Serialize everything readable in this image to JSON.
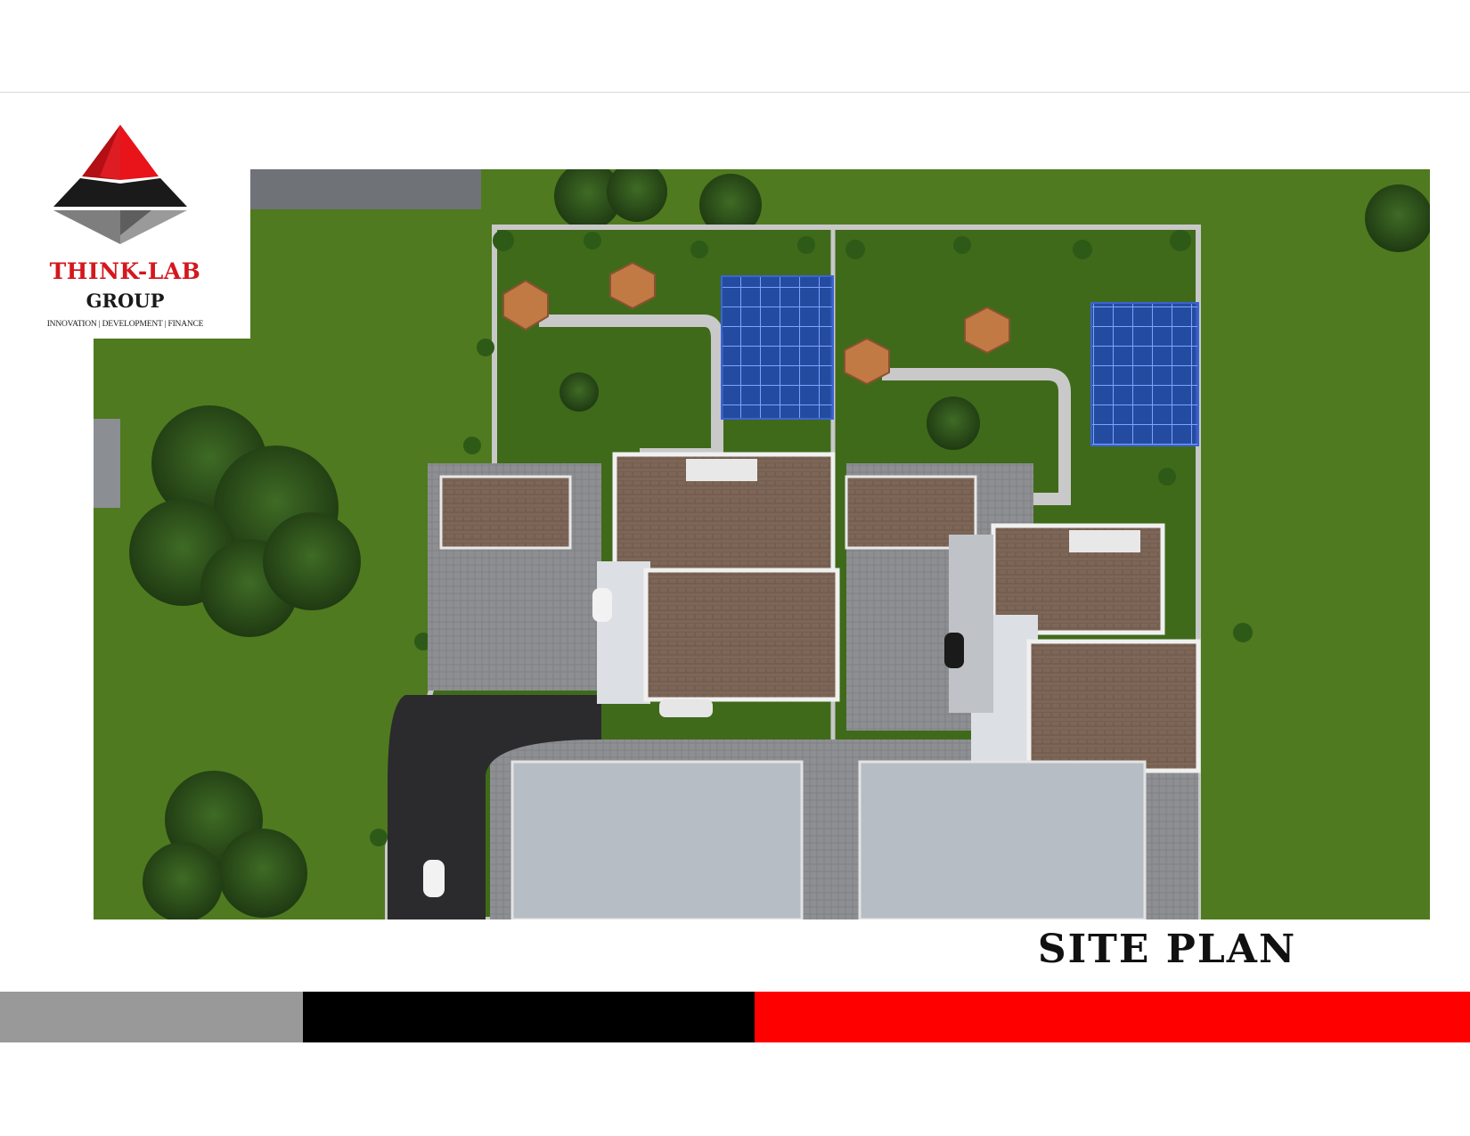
{
  "brand": {
    "name": "THINK-LAB",
    "group": "GROUP",
    "tagline": "INNOVATION | DEVELOPMENT | FINANCE",
    "logo_icon": "pyramid-logo-icon"
  },
  "page_title": "SITE PLAN",
  "colors": {
    "brand_red": "#d3181e",
    "band_grey": "#999999",
    "band_black": "#000000",
    "band_red": "#ff0000",
    "lawn": "#4f7a1f",
    "roof": "#7d6657",
    "glass_canopy": "#1f47b8"
  },
  "render": {
    "subject": "aerial-site-plan-render"
  }
}
